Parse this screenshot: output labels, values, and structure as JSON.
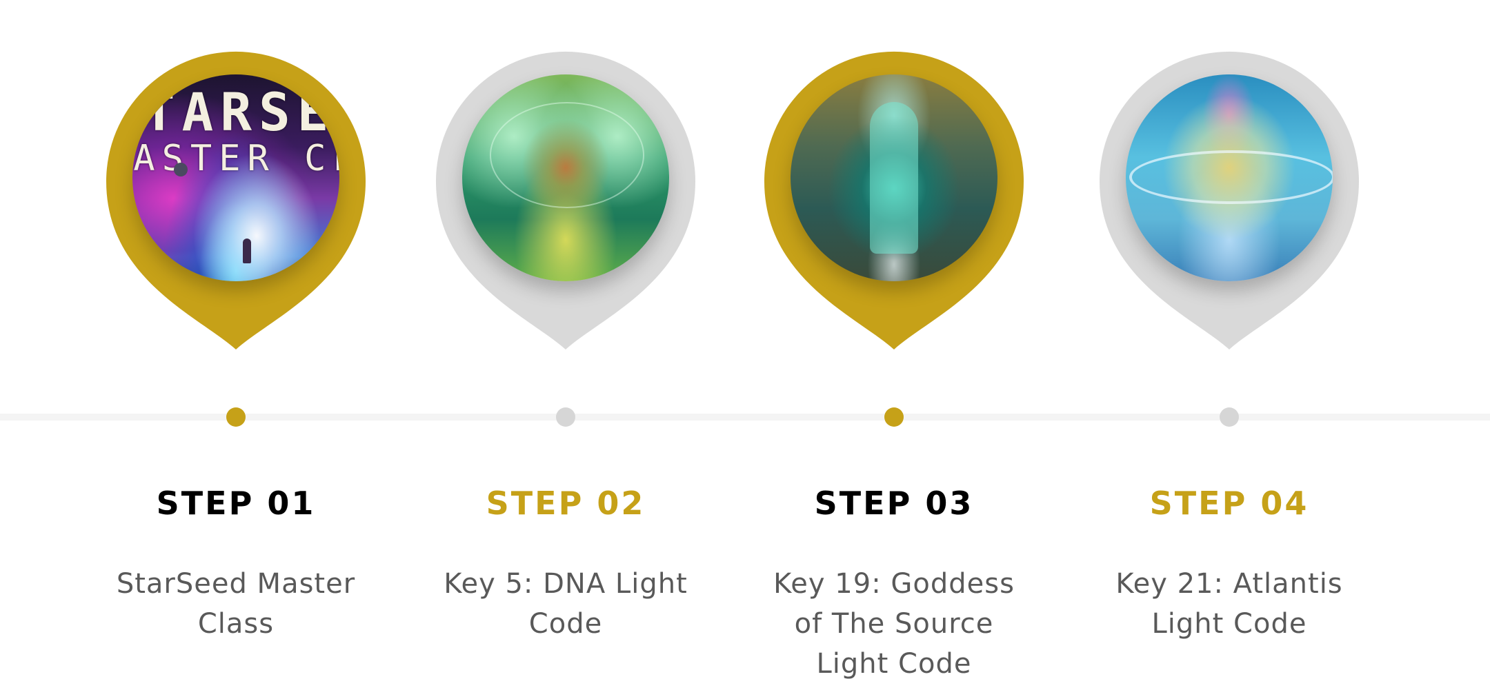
{
  "colors": {
    "gold": "#c6a118",
    "gray_pin": "#d9d9d9",
    "gray_dot": "#d6d6d6",
    "timeline": "#f4f4f4",
    "label_dark": "#000000",
    "desc_text": "#595959"
  },
  "steps": [
    {
      "label": "STEP 01",
      "description": "StarSeed Master Class",
      "image_title_line1": "STARSEED",
      "image_title_line2": "MASTER CLASS",
      "pin_color": "gold",
      "dot_color": "gold",
      "label_color": "dark"
    },
    {
      "label": "STEP 02",
      "description": "Key 5: DNA Light Code",
      "pin_color": "gray",
      "dot_color": "gray",
      "label_color": "gold"
    },
    {
      "label": "STEP 03",
      "description": "Key 19: Goddess of The Source Light Code",
      "pin_color": "gold",
      "dot_color": "gold",
      "label_color": "dark"
    },
    {
      "label": "STEP 04",
      "description": "Key 21: Atlantis Light Code",
      "pin_color": "gray",
      "dot_color": "gray",
      "label_color": "gold"
    }
  ]
}
